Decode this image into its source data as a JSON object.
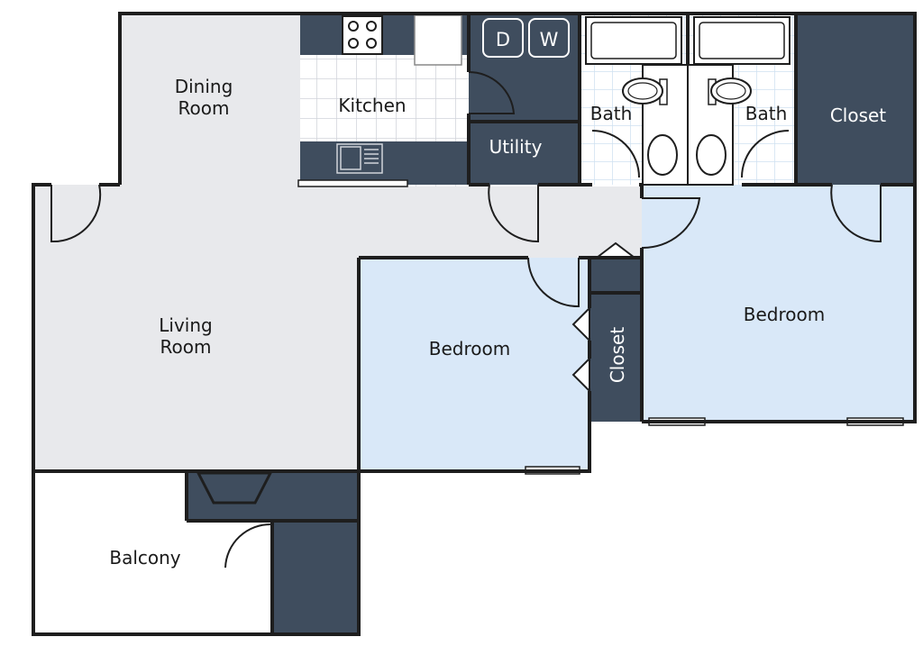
{
  "rooms": {
    "dining": {
      "line1": "Dining",
      "line2": "Room"
    },
    "kitchen": {
      "label": "Kitchen"
    },
    "utility": {
      "label": "Utility"
    },
    "bath_left": {
      "label": "Bath"
    },
    "bath_right": {
      "label": "Bath"
    },
    "closet_top": {
      "label": "Closet"
    },
    "living": {
      "line1": "Living",
      "line2": "Room"
    },
    "bedroom_middle": {
      "label": "Bedroom"
    },
    "closet_vertical": {
      "label": "Closet"
    },
    "bedroom_right": {
      "label": "Bedroom"
    },
    "balcony": {
      "label": "Balcony"
    }
  },
  "appliances": {
    "dryer": "D",
    "washer": "W"
  },
  "colors": {
    "living_fill": "#e8e9ec",
    "bedroom_fill": "#d9e8f8",
    "dark_fill": "#3f4d5e",
    "wall": "#1e1e1e",
    "tile_line": "#d0d4da"
  }
}
